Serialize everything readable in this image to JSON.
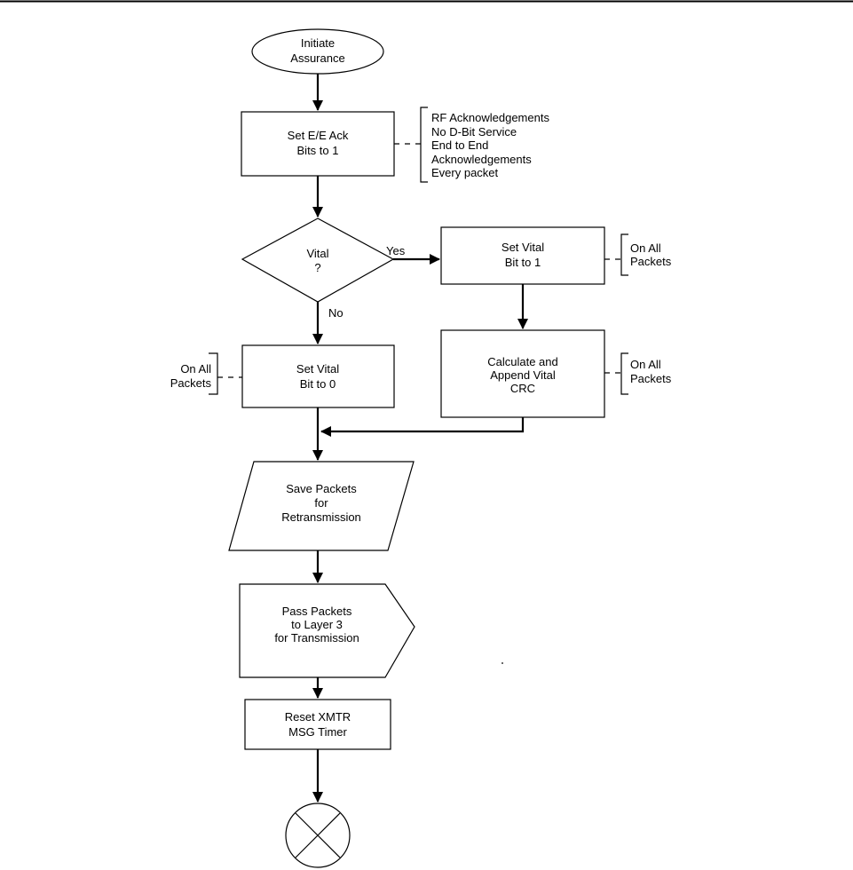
{
  "nodes": {
    "start": {
      "lines": [
        "Initiate",
        "Assurance"
      ]
    },
    "set_ee_ack": {
      "lines": [
        "Set E/E Ack",
        "Bits to 1"
      ]
    },
    "vital_decision": {
      "lines": [
        "Vital",
        "?"
      ]
    },
    "set_vital_1": {
      "lines": [
        "Set Vital",
        "Bit to 1"
      ]
    },
    "set_vital_0": {
      "lines": [
        "Set Vital",
        "Bit to 0"
      ]
    },
    "calc_crc": {
      "lines": [
        "Calculate and",
        "Append Vital",
        "CRC"
      ]
    },
    "save_packets": {
      "lines": [
        "Save Packets",
        "for",
        "Retransmission"
      ]
    },
    "pass_packets": {
      "lines": [
        "Pass Packets",
        "to Layer 3",
        "for Transmission"
      ]
    },
    "reset_timer": {
      "lines": [
        "Reset XMTR",
        "MSG Timer"
      ]
    }
  },
  "edges": {
    "yes_label": "Yes",
    "no_label": "No"
  },
  "annotations": {
    "ee_ack_note": [
      "RF Acknowledgements",
      "No D-Bit Service",
      "End to End",
      "Acknowledgements",
      "Every packet"
    ],
    "vital_1_note": [
      "On All",
      "Packets"
    ],
    "vital_0_note": [
      "On All",
      "Packets"
    ],
    "crc_note": [
      "On All",
      "Packets"
    ]
  }
}
